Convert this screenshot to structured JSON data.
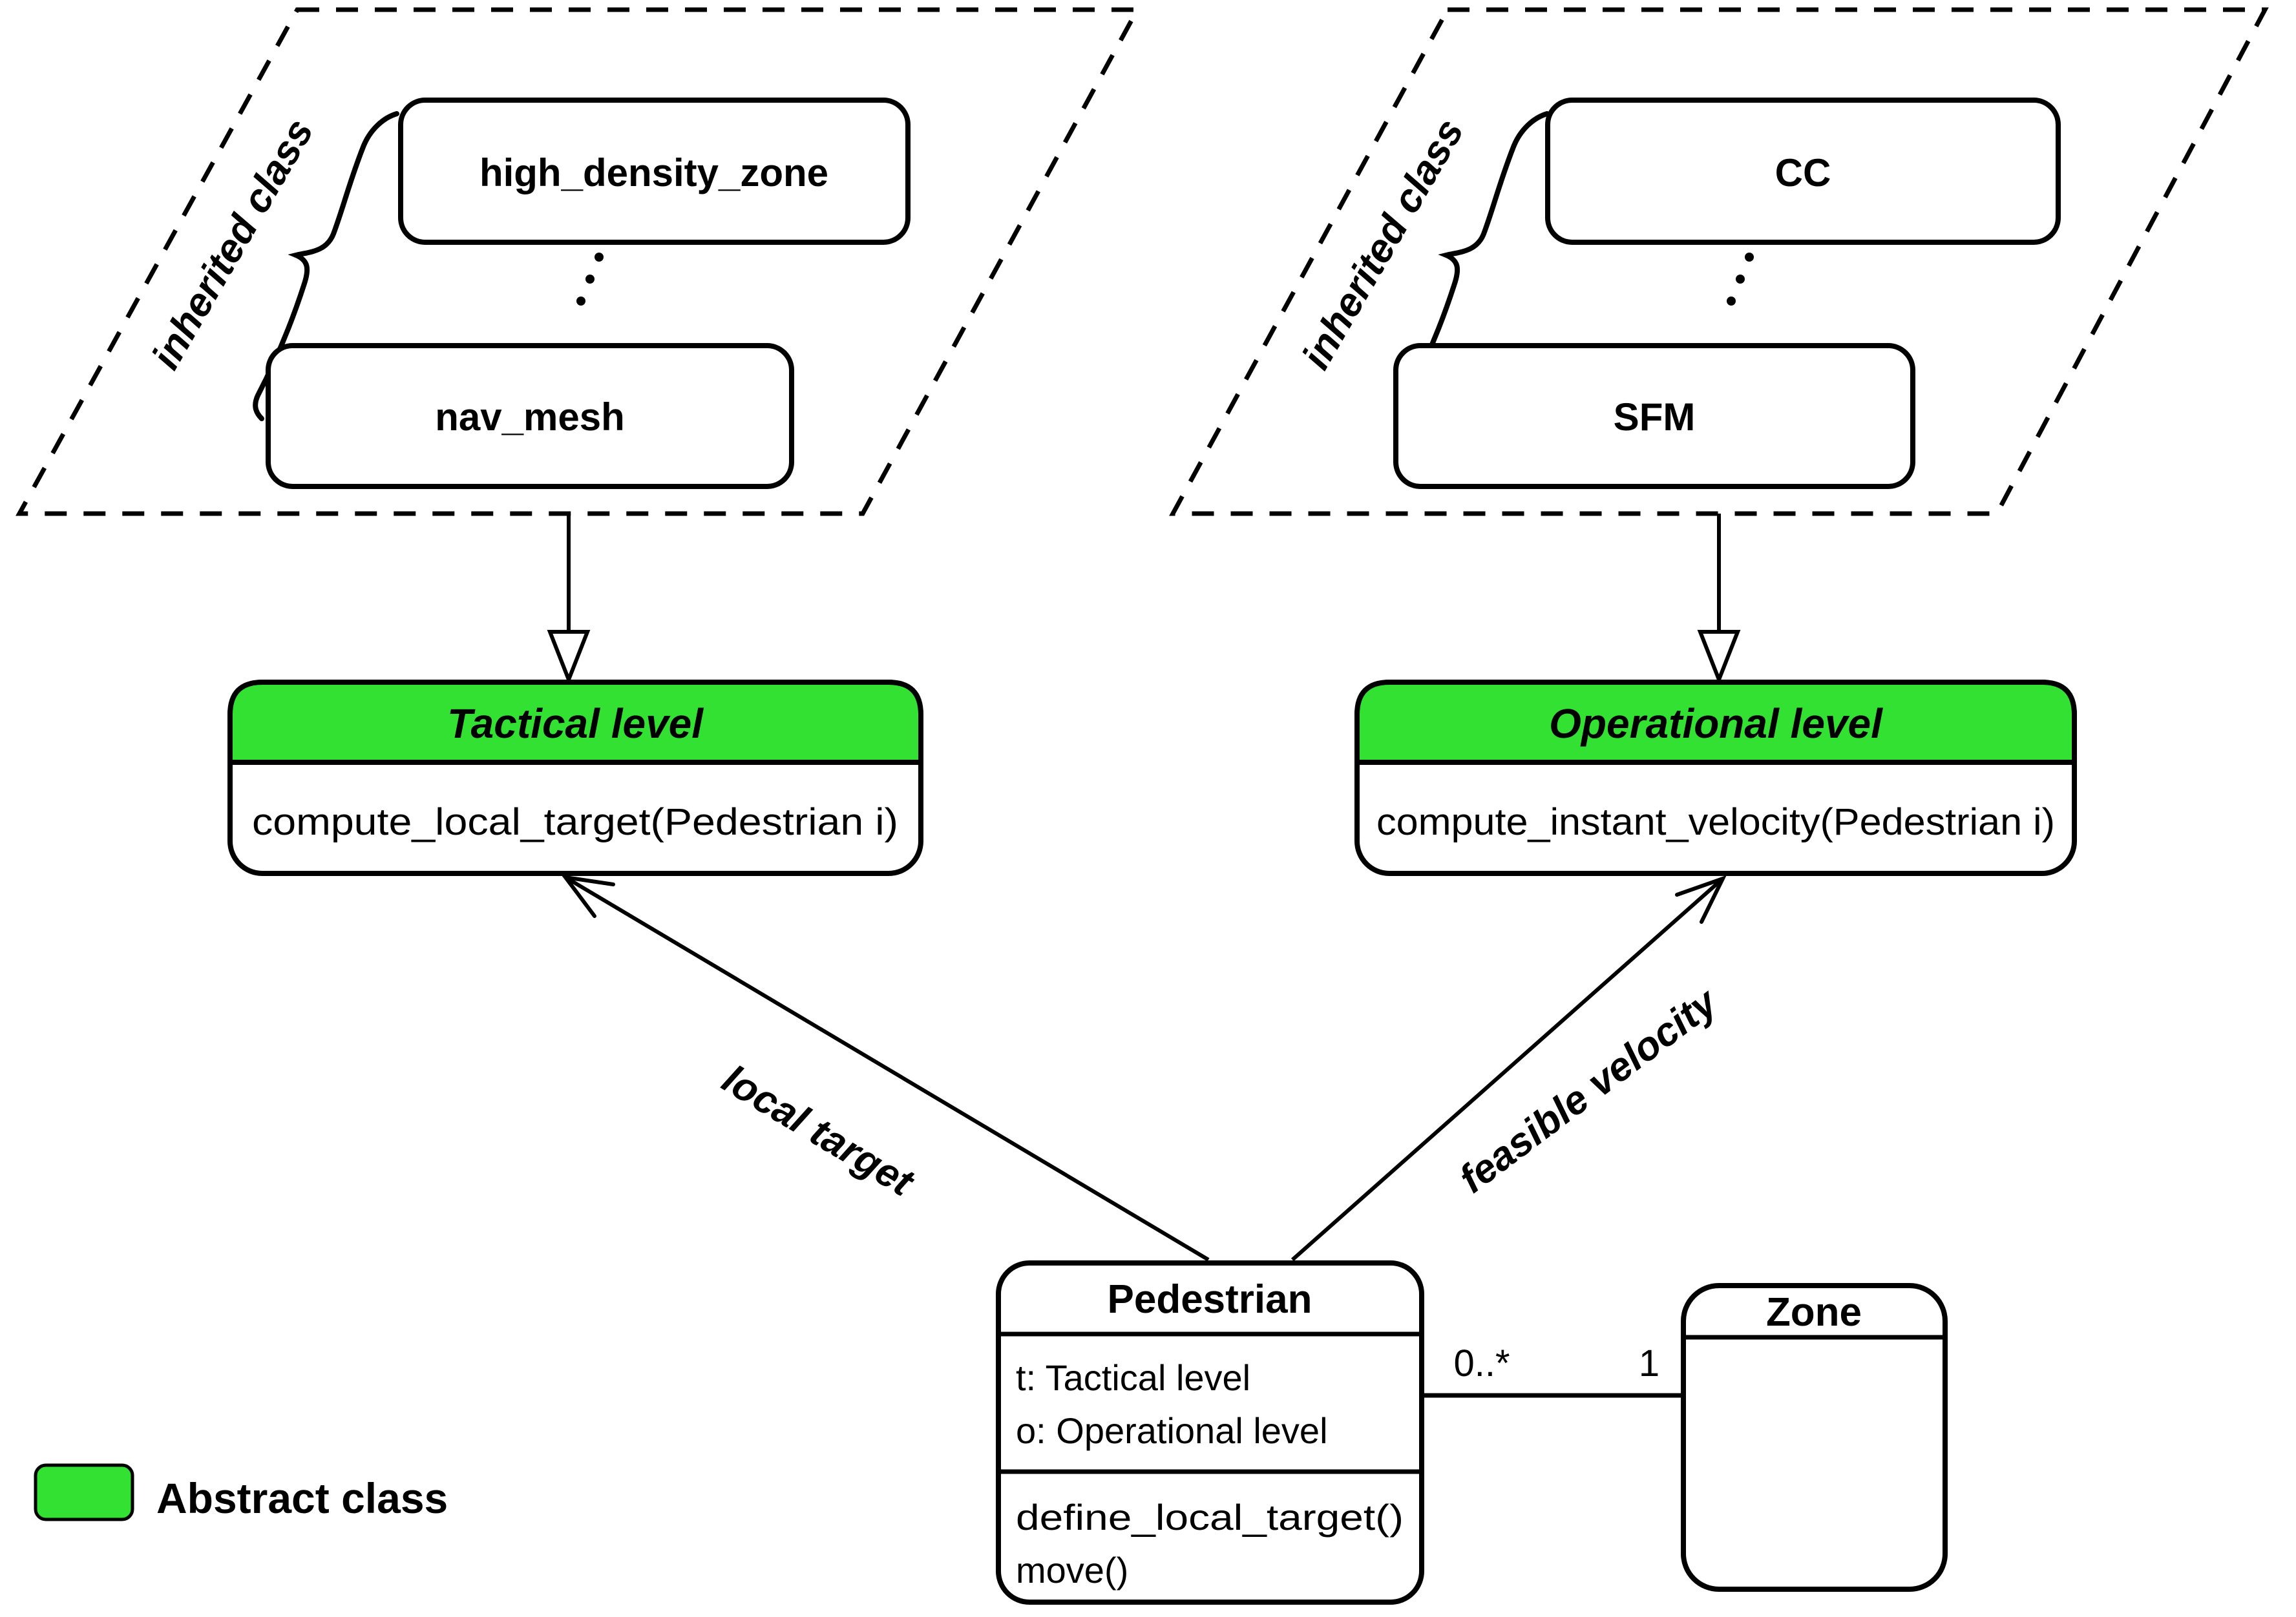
{
  "colors": {
    "abstract_class_green": "#32E132",
    "ink": "#000000"
  },
  "inherited_groups": {
    "left": {
      "brace_label": "inherited class",
      "top_class": "high_density_zone",
      "bottom_class": "nav_mesh"
    },
    "right": {
      "brace_label": "inherited class",
      "top_class": "CC",
      "bottom_class": "SFM"
    }
  },
  "abstract_classes": {
    "tactical": {
      "title": "Tactical level",
      "method": "compute_local_target(Pedestrian i)"
    },
    "operational": {
      "title": "Operational level",
      "method": "compute_instant_velocity(Pedestrian i)"
    }
  },
  "pedestrian": {
    "title": "Pedestrian",
    "attributes": [
      "t: Tactical level",
      "o: Operational level"
    ],
    "methods": [
      "define_local_target()",
      "move()"
    ]
  },
  "zone": {
    "title": "Zone"
  },
  "association": {
    "pedestrian_multiplicity": "0..*",
    "zone_multiplicity": "1"
  },
  "edge_labels": {
    "to_tactical": "local target",
    "to_operational": "feasible velocity"
  },
  "legend": {
    "label": "Abstract class"
  }
}
